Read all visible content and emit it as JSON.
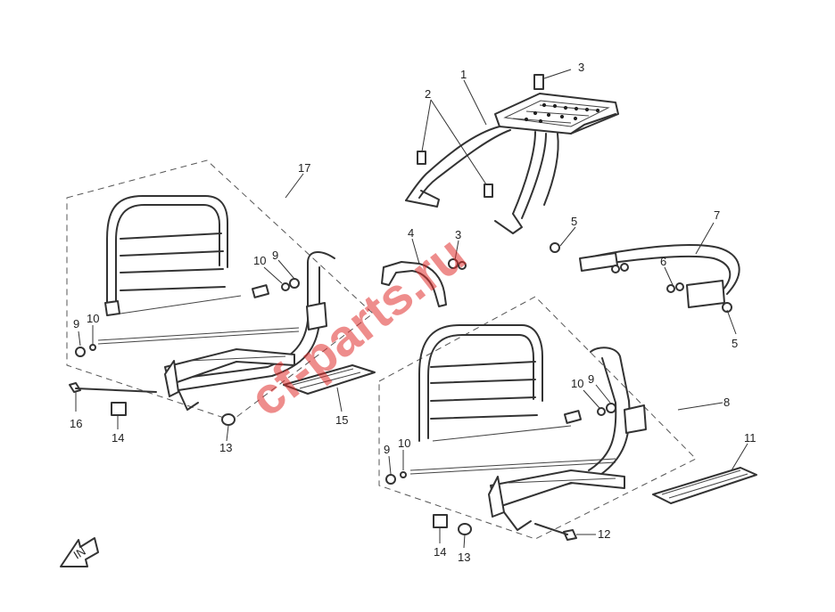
{
  "callouts": {
    "c1": "1",
    "c2": "2",
    "c3a": "3",
    "c3b": "3",
    "c4": "4",
    "c5a": "5",
    "c5b": "5",
    "c6": "6",
    "c7": "7",
    "c8": "8",
    "c9a": "9",
    "c9b": "9",
    "c9c": "9",
    "c9d": "9",
    "c10a": "10",
    "c10b": "10",
    "c10c": "10",
    "c10d": "10",
    "c11": "11",
    "c12": "12",
    "c13a": "13",
    "c13b": "13",
    "c14a": "14",
    "c14b": "14",
    "c15": "15",
    "c16": "16",
    "c17": "17"
  },
  "watermark": "cf-parts.ru",
  "compass_label": "IN",
  "colors": {
    "line": "#333333",
    "watermark": "#e0302e",
    "background": "#ffffff"
  }
}
